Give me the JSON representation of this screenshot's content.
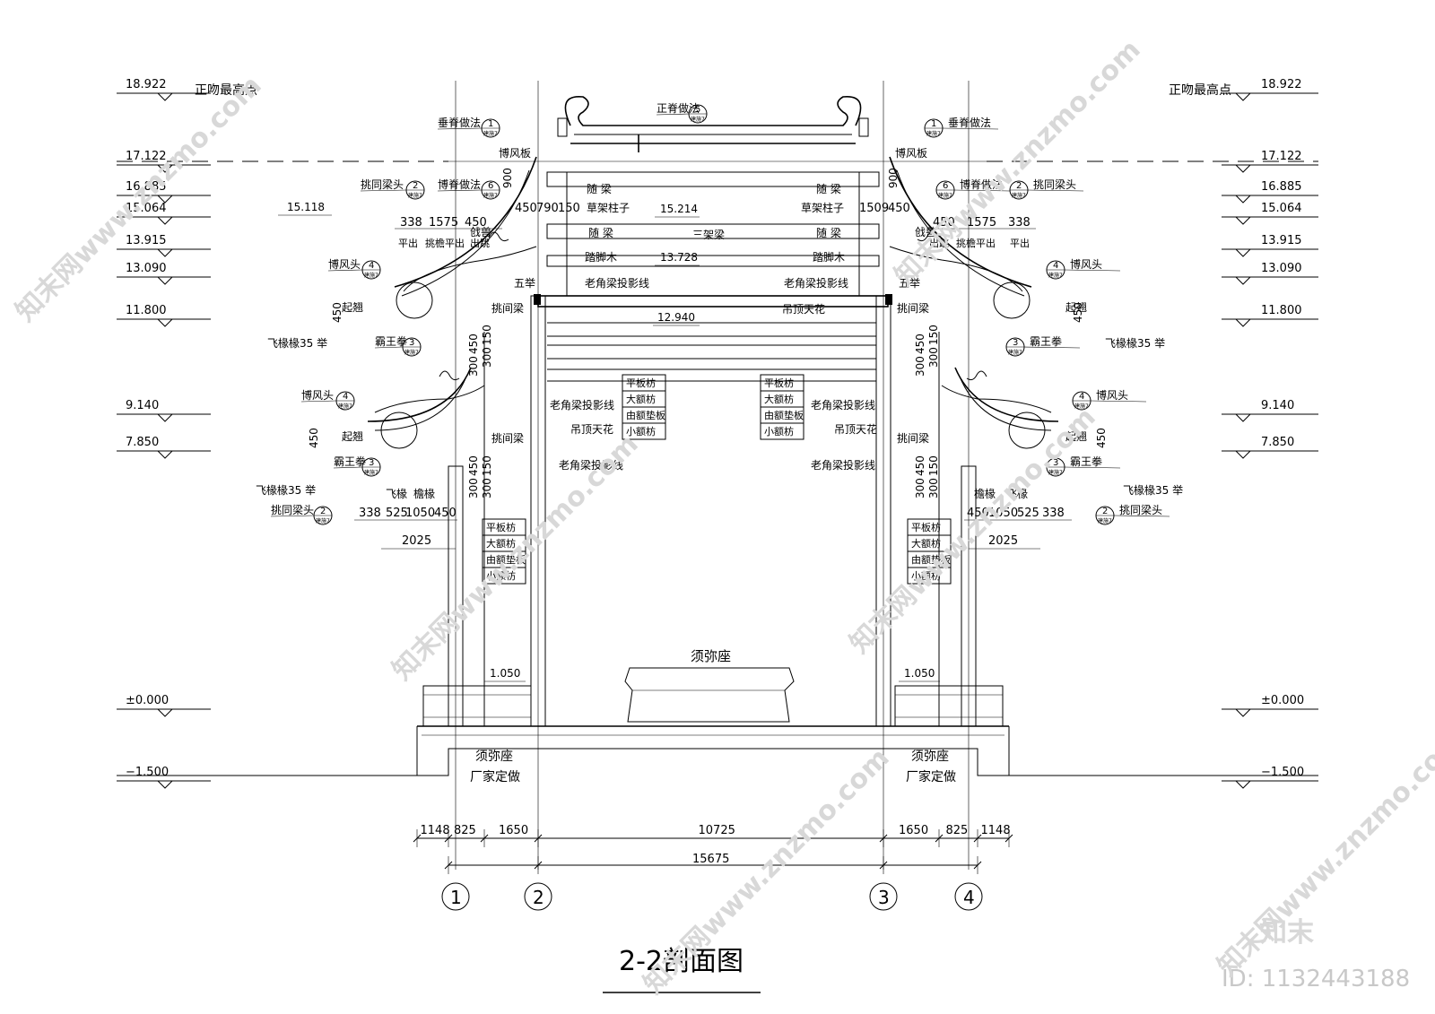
{
  "title": "2-2剖面图",
  "elevations_left": [
    {
      "value": "18.922",
      "label": "正吻最高点"
    },
    {
      "value": "17.122"
    },
    {
      "value": "16.885"
    },
    {
      "value": "15.064"
    },
    {
      "value": "13.915"
    },
    {
      "value": "13.090"
    },
    {
      "value": "11.800"
    },
    {
      "value": "9.140"
    },
    {
      "value": "7.850"
    },
    {
      "value": "±0.000"
    },
    {
      "value": "−1.500"
    }
  ],
  "elevations_right": [
    {
      "value": "18.922",
      "label": "正吻最高点"
    },
    {
      "value": "17.122"
    },
    {
      "value": "16.885"
    },
    {
      "value": "15.064"
    },
    {
      "value": "13.915"
    },
    {
      "value": "13.090"
    },
    {
      "value": "11.800"
    },
    {
      "value": "9.140"
    },
    {
      "value": "7.850"
    },
    {
      "value": "±0.000"
    },
    {
      "value": "−1.500"
    }
  ],
  "inner_elevations": {
    "e15118": "15.118",
    "e15214": "15.214",
    "e13728": "13.728",
    "e12940": "12.940",
    "e1050_l": "1.050",
    "e1050_r": "1.050"
  },
  "callouts": {
    "ridge": {
      "text": "正脊做法",
      "num": "5",
      "ref": "建施7"
    },
    "chuiji": {
      "text": "垂脊做法",
      "num": "1",
      "ref": "建施7"
    },
    "boji": {
      "text": "博脊做法",
      "num": "6",
      "ref": "建施7"
    },
    "tiaotong": {
      "text": "挑同梁头",
      "num": "2",
      "ref": "建施7"
    },
    "bofengtou": {
      "text": "博风头",
      "num": "4",
      "ref": "建施7"
    },
    "bawang": {
      "text": "霸王拳",
      "num": "3",
      "ref": "建施7"
    }
  },
  "labels": {
    "bofengban": "博风板",
    "suiliang": "随  梁",
    "suiliang2": "随  梁",
    "caojia": "草架柱子",
    "sanjia": "三架梁",
    "tajiao": "踏脚木",
    "laojiao": "老角梁投影线",
    "diaoding": "吊顶天花",
    "diaodingtianhua": "吊顶天花",
    "tiaotongliang": "挑间梁",
    "wuju": "五举",
    "qiqiao": "起翘",
    "feichuan": "飞椽椽35 举",
    "qianju": "戗兽",
    "pingchu": "平出",
    "tiaoyan": "挑檐平出",
    "chuti": "出跳",
    "feichuan_short": "飞椽",
    "yanchuan": "檐椽",
    "xumizuo": "须弥座",
    "xumizuo_base": "须弥座",
    "changjia": "厂家定做"
  },
  "beam_stack": [
    "平板枋",
    "大额枋",
    "由额垫板",
    "小额枋"
  ],
  "dims_top": {
    "left": [
      "450",
      "790",
      "150"
    ],
    "right": [
      "1509",
      "450"
    ]
  },
  "dims_900": "900",
  "dims_roof": [
    "338",
    "1575",
    "450"
  ],
  "dims_450": "450",
  "dims_col": [
    "300",
    "450",
    "300",
    "150"
  ],
  "dims_col_upper": [
    "300",
    "450",
    "300",
    "150"
  ],
  "dims_lower_left": [
    "338",
    "525",
    "1050",
    "450"
  ],
  "dims_lower_right": [
    "450",
    "1050",
    "525",
    "338"
  ],
  "dims_2025": "2025",
  "dims_bottom": [
    "1148",
    "825",
    "1650",
    "10725",
    "1650",
    "825",
    "1148"
  ],
  "dims_total": "15675",
  "axes": [
    "1",
    "2",
    "3",
    "4"
  ],
  "watermark": {
    "logo": "知末",
    "id": "ID: 1132443188",
    "site": "知末网www.znzmo.com"
  }
}
